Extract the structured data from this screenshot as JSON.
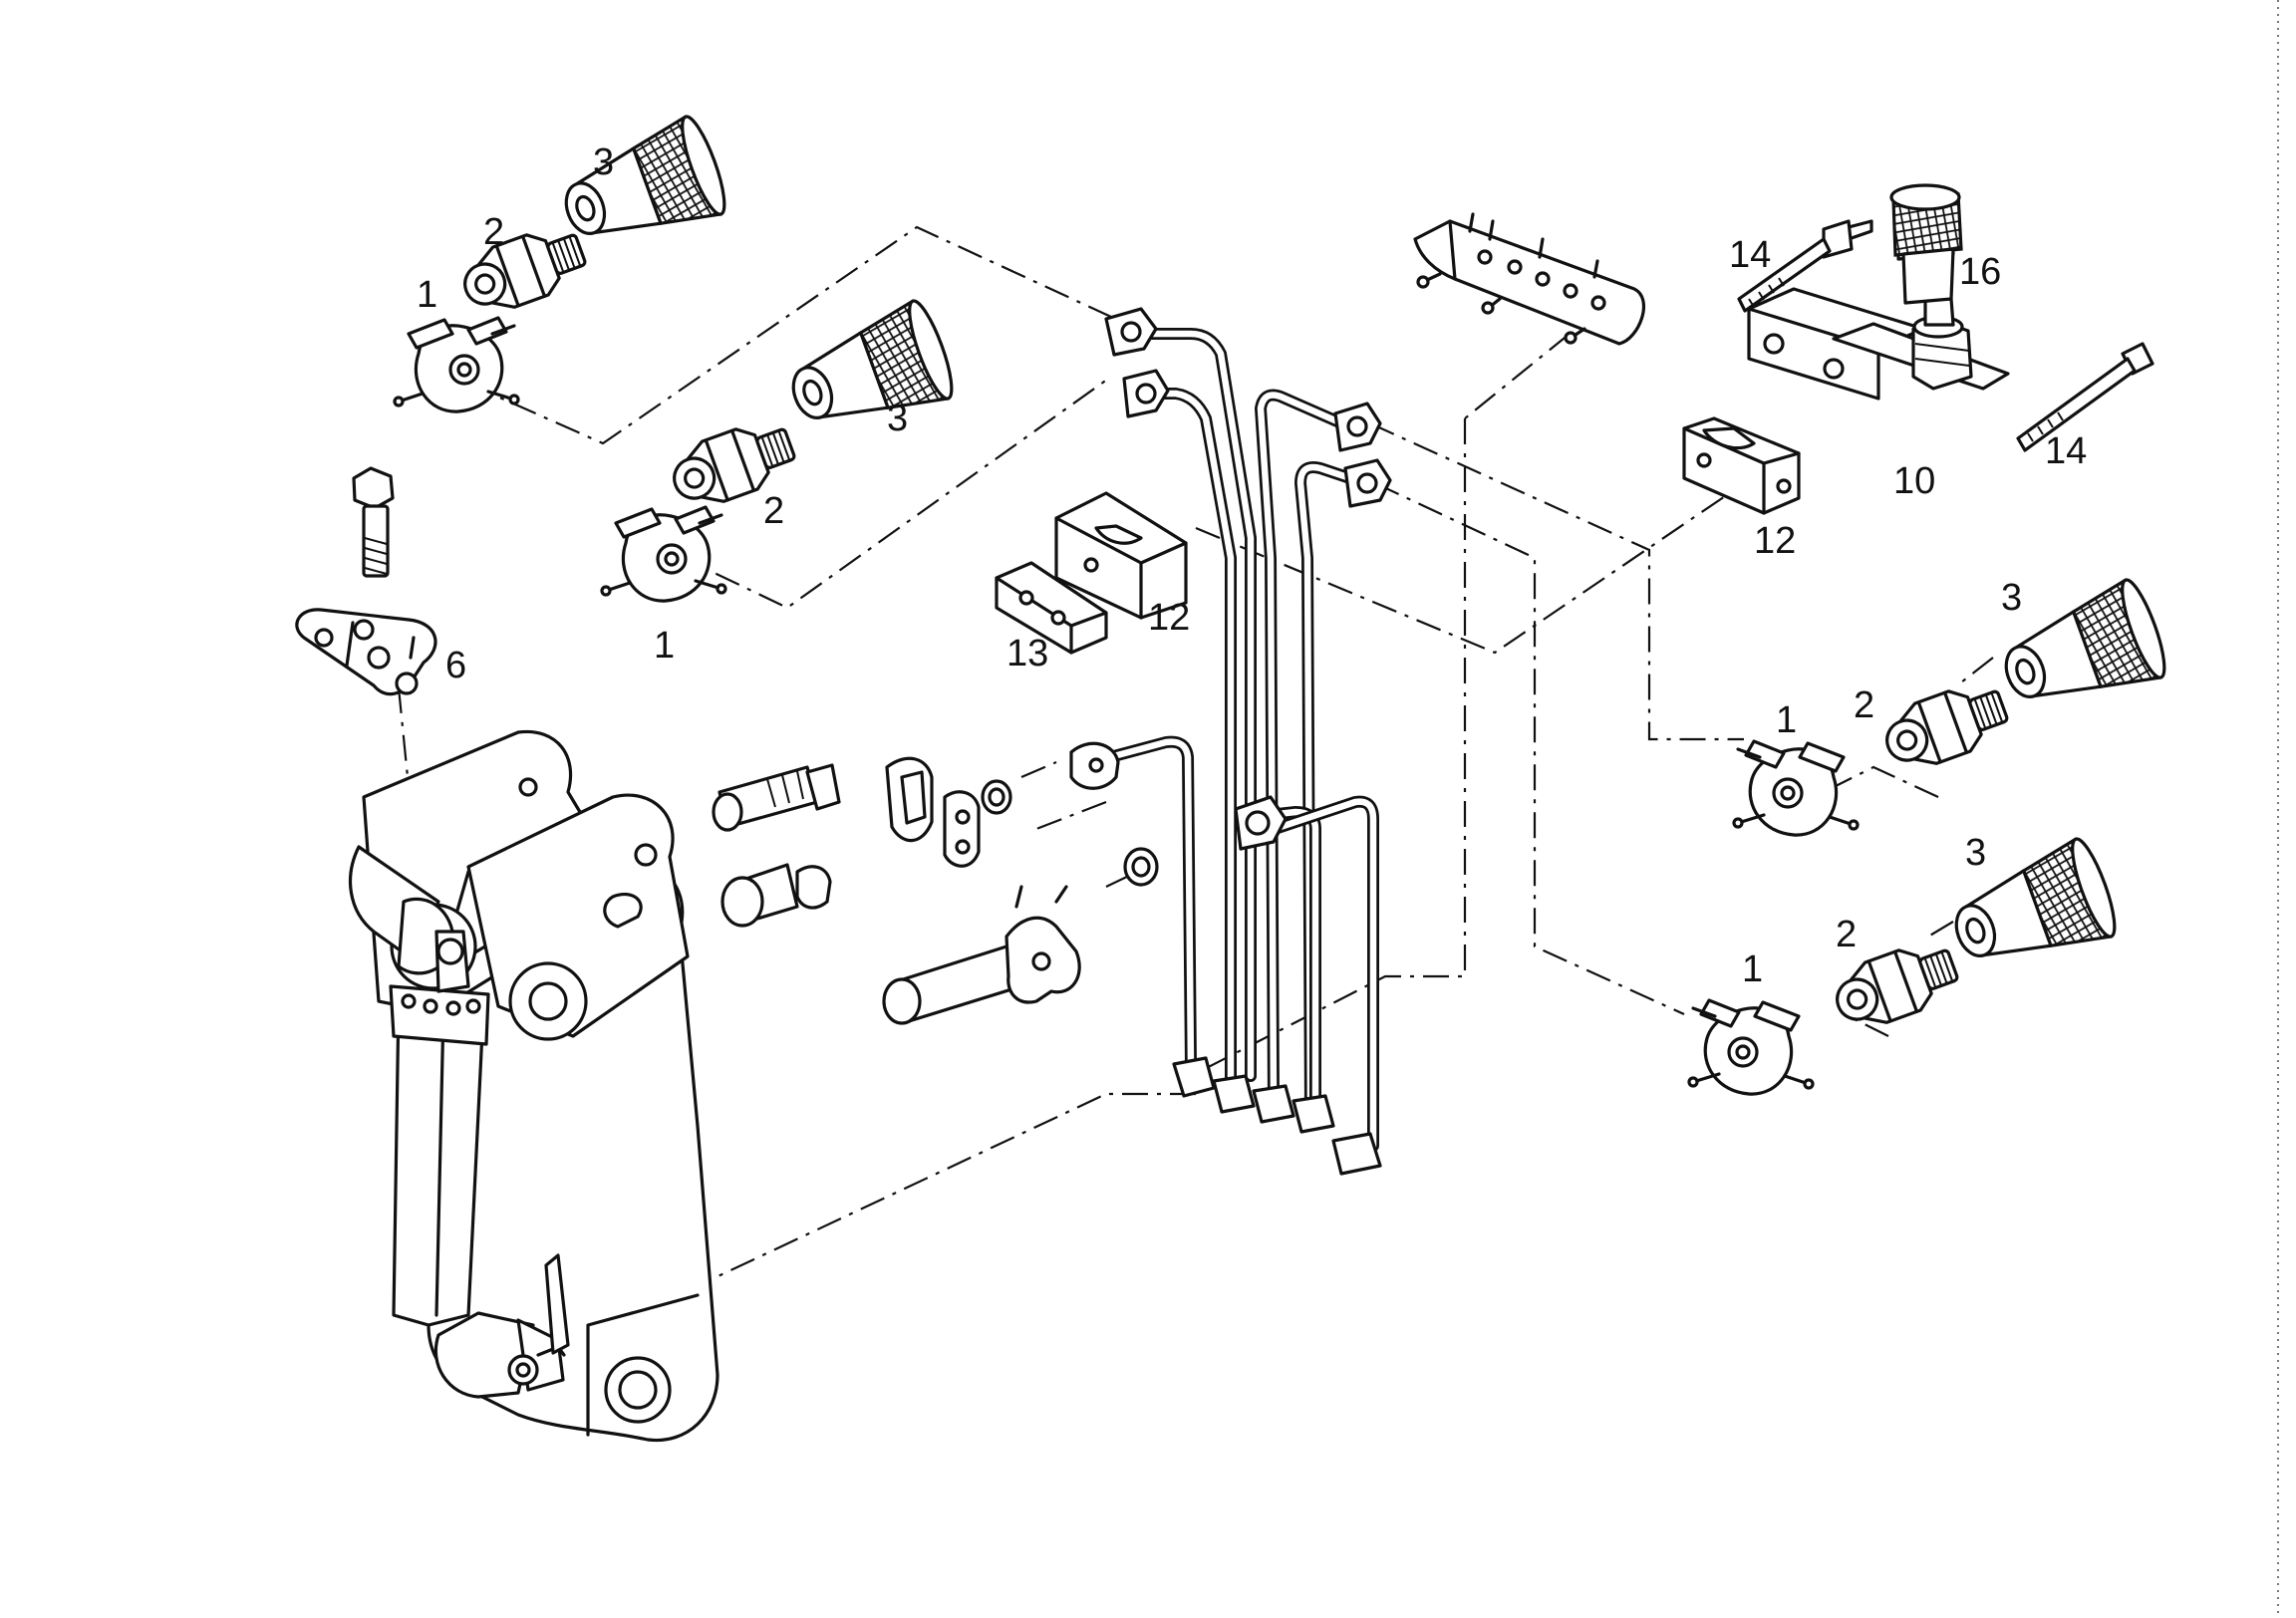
{
  "diagram": {
    "callouts": {
      "c1_a": "1",
      "c2_a": "2",
      "c3_a": "3",
      "c1_b": "1",
      "c2_b": "2",
      "c3_b": "3",
      "c6": "6",
      "c12_a": "12",
      "c13": "13",
      "c14_a": "14",
      "c16": "16",
      "c14_b": "14",
      "c10": "10",
      "c12_b": "12",
      "c1_c": "1",
      "c2_c": "2",
      "c3_c": "3",
      "c1_d": "1",
      "c2_d": "2",
      "c3_d": "3"
    }
  }
}
